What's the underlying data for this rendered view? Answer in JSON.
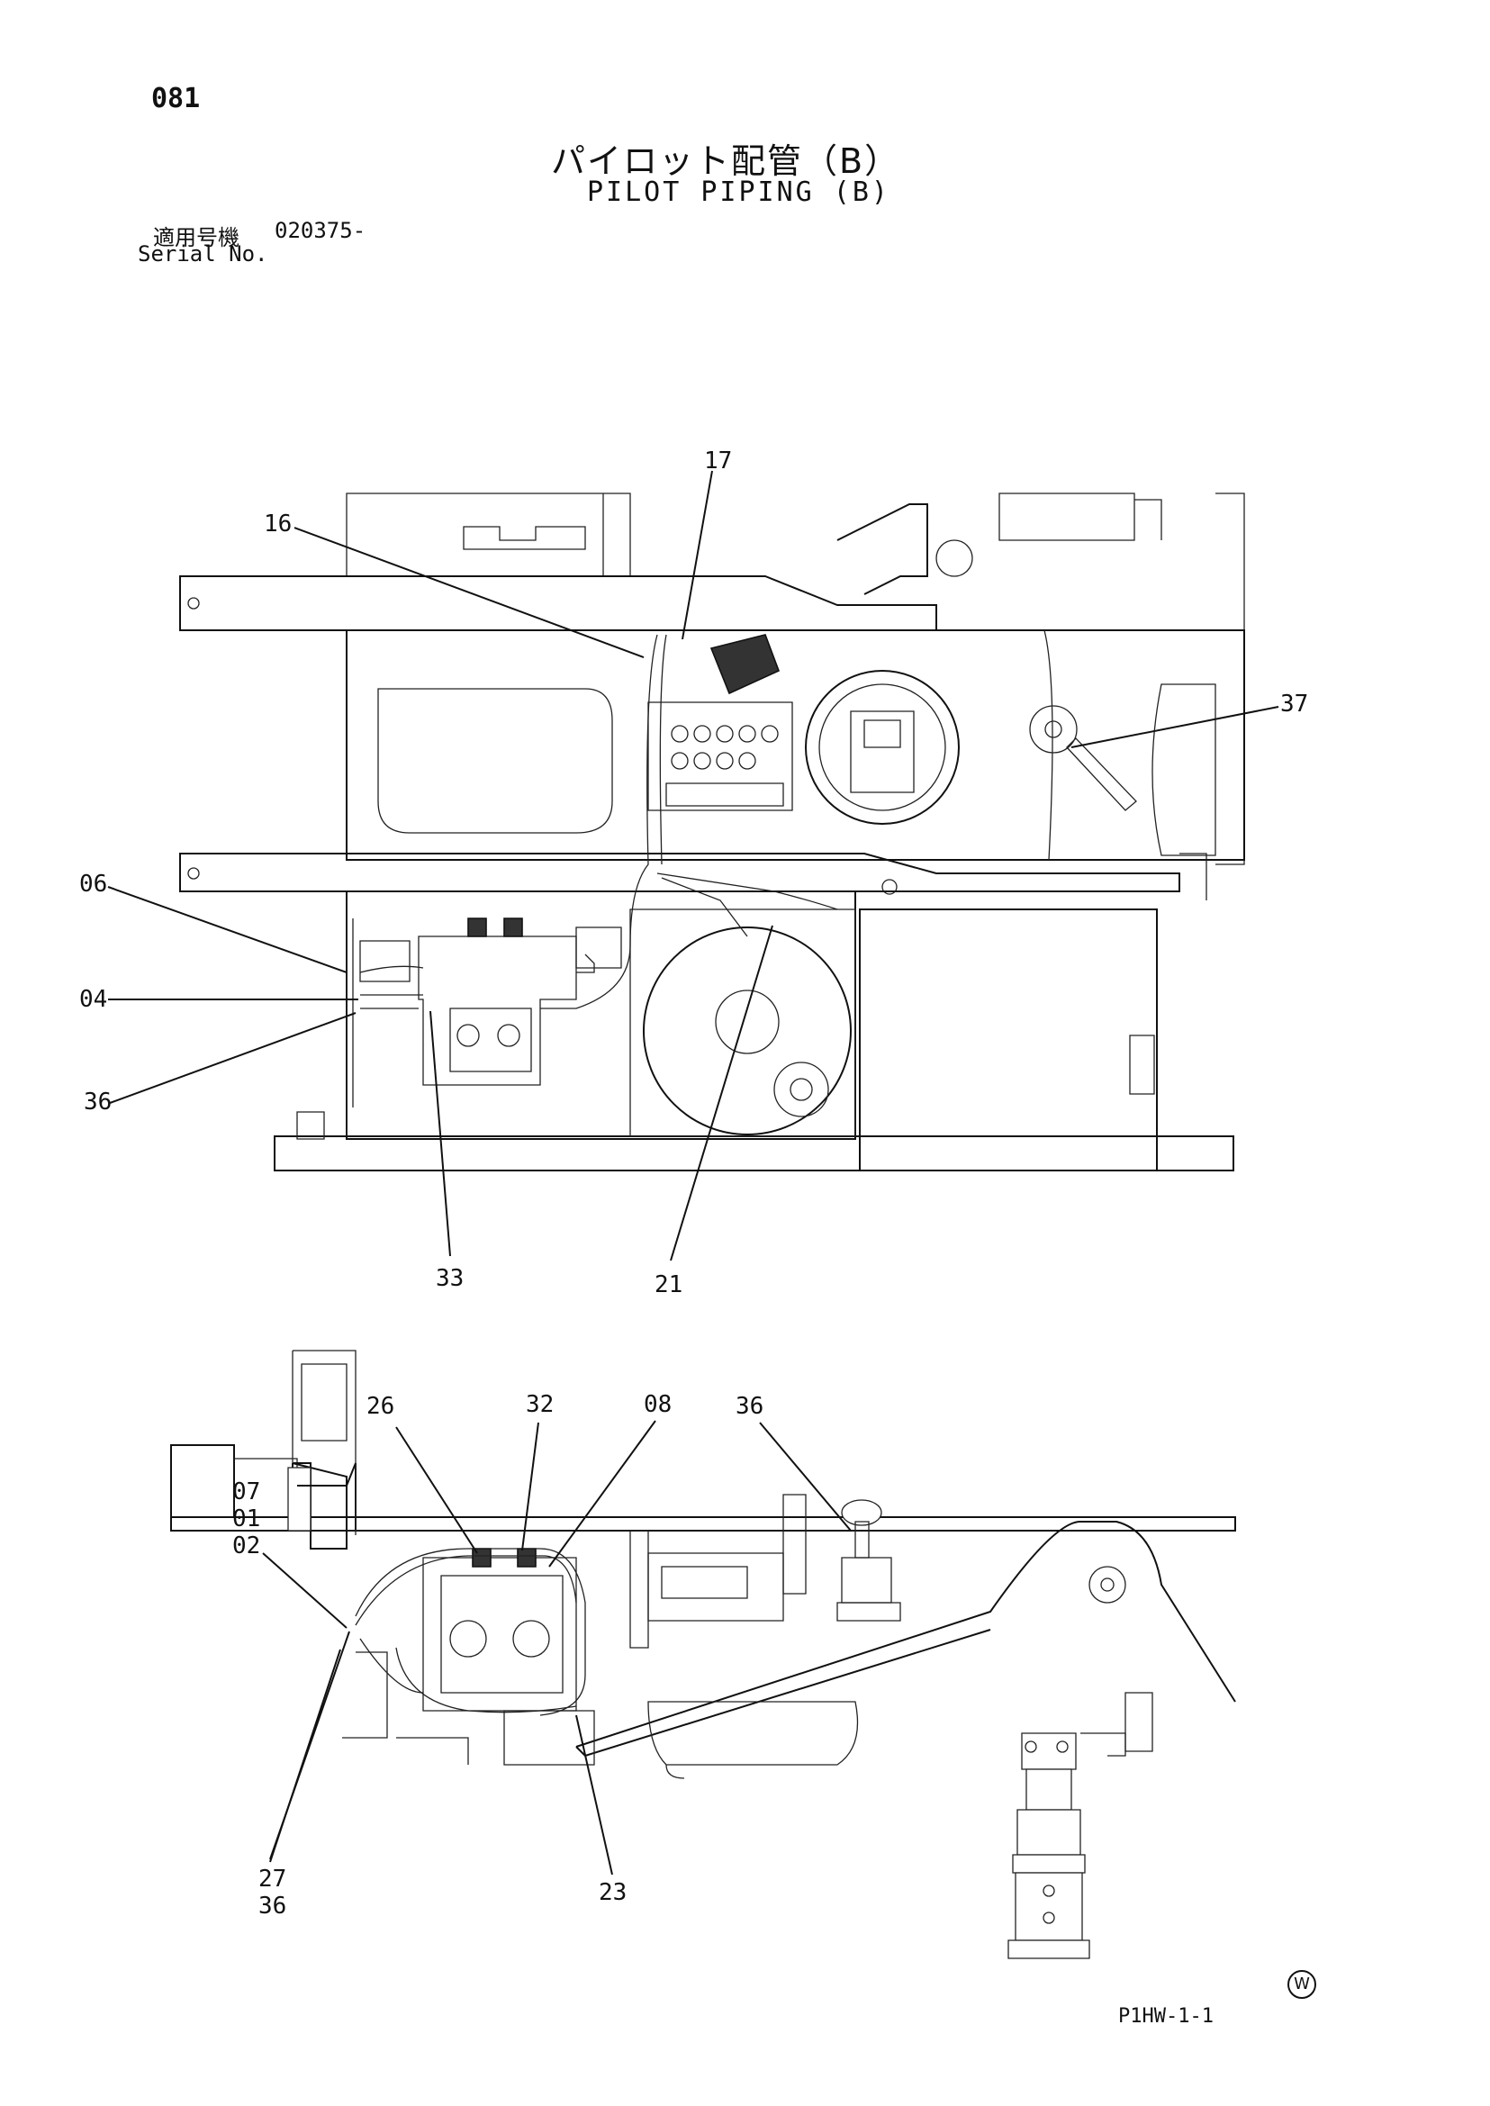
{
  "header": {
    "page_number": "081",
    "title_jp": "パイロット配管（B）",
    "title_en": "PILOT PIPING (B)",
    "serial_label_jp": "適用号機",
    "serial_value": "020375-",
    "serial_label_en": "Serial No."
  },
  "top_view": {
    "callouts": [
      {
        "id": "c-17",
        "label": "17"
      },
      {
        "id": "c-16",
        "label": "16"
      },
      {
        "id": "c-37",
        "label": "37"
      },
      {
        "id": "c-06",
        "label": "06"
      },
      {
        "id": "c-04",
        "label": "04"
      },
      {
        "id": "c-36a",
        "label": "36"
      },
      {
        "id": "c-33",
        "label": "33"
      },
      {
        "id": "c-21",
        "label": "21"
      }
    ]
  },
  "side_view": {
    "callouts": [
      {
        "id": "c-26",
        "label": "26"
      },
      {
        "id": "c-32",
        "label": "32"
      },
      {
        "id": "c-08",
        "label": "08"
      },
      {
        "id": "c-36b",
        "label": "36"
      },
      {
        "id": "c-07",
        "label": "07"
      },
      {
        "id": "c-01",
        "label": "01"
      },
      {
        "id": "c-02",
        "label": "02"
      },
      {
        "id": "c-27",
        "label": "27"
      },
      {
        "id": "c-36c",
        "label": "36"
      },
      {
        "id": "c-23",
        "label": "23"
      }
    ]
  },
  "footer": {
    "watermark_symbol": "W",
    "sheet_code": "P1HW-1-1"
  }
}
